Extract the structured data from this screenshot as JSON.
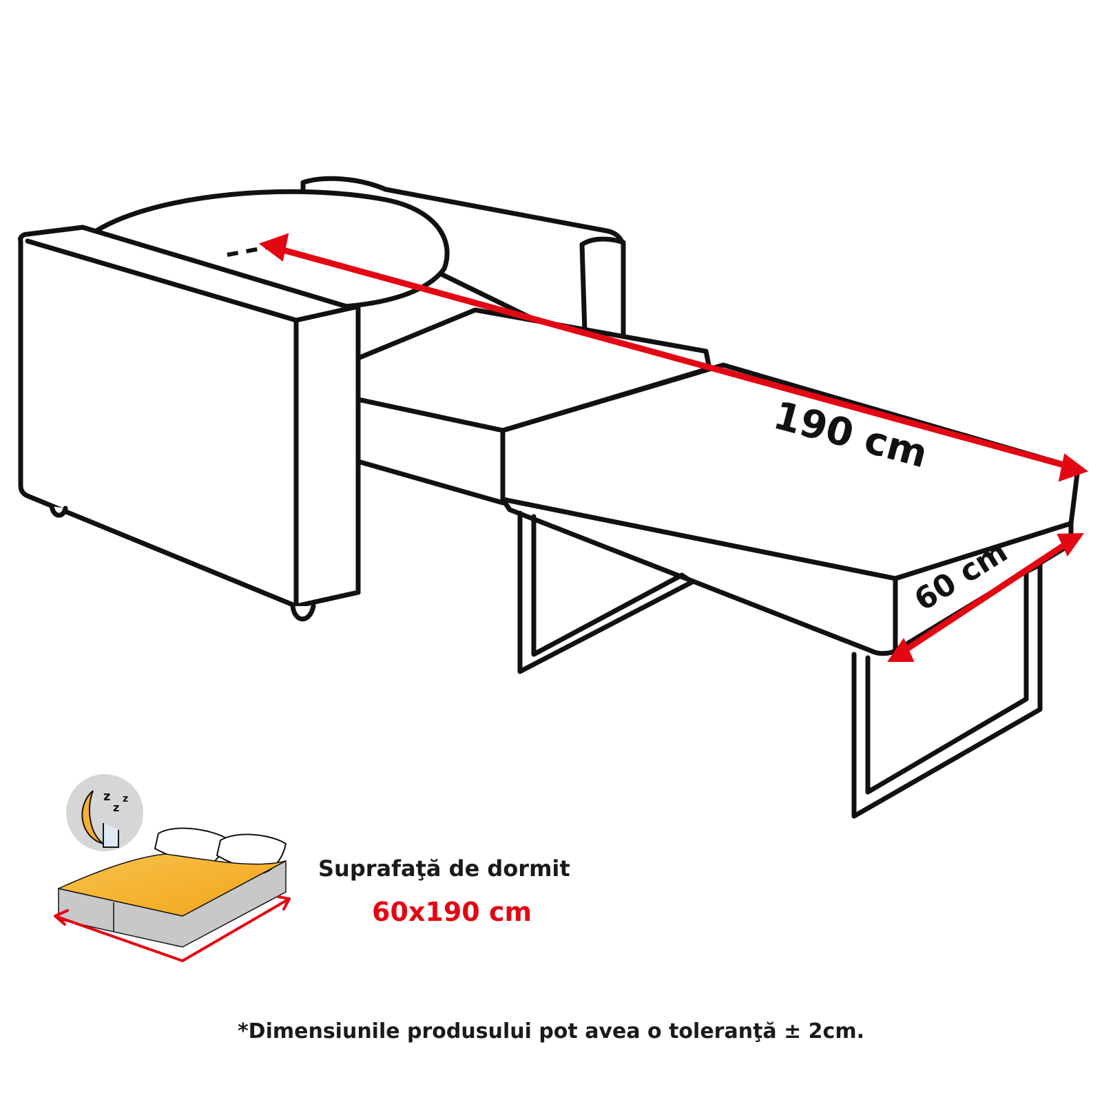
{
  "dimensions": {
    "length_label": "190 cm",
    "width_label": "60 cm"
  },
  "sleeping_surface": {
    "title": "Suprafaţă de dormit",
    "size": "60x190 cm"
  },
  "footnote": "*Dimensiunile produsului pot avea o toleranţă ± 2cm.",
  "colors": {
    "accent": "#e30613",
    "outline": "#111111",
    "mattress_top": "#f6b223",
    "mattress_side": "#c8c8c8",
    "icon_circle": "#d6d6d6"
  },
  "icons": [
    "sofa-bed-line-drawing",
    "moon-sleep-icon",
    "bed-icon"
  ]
}
